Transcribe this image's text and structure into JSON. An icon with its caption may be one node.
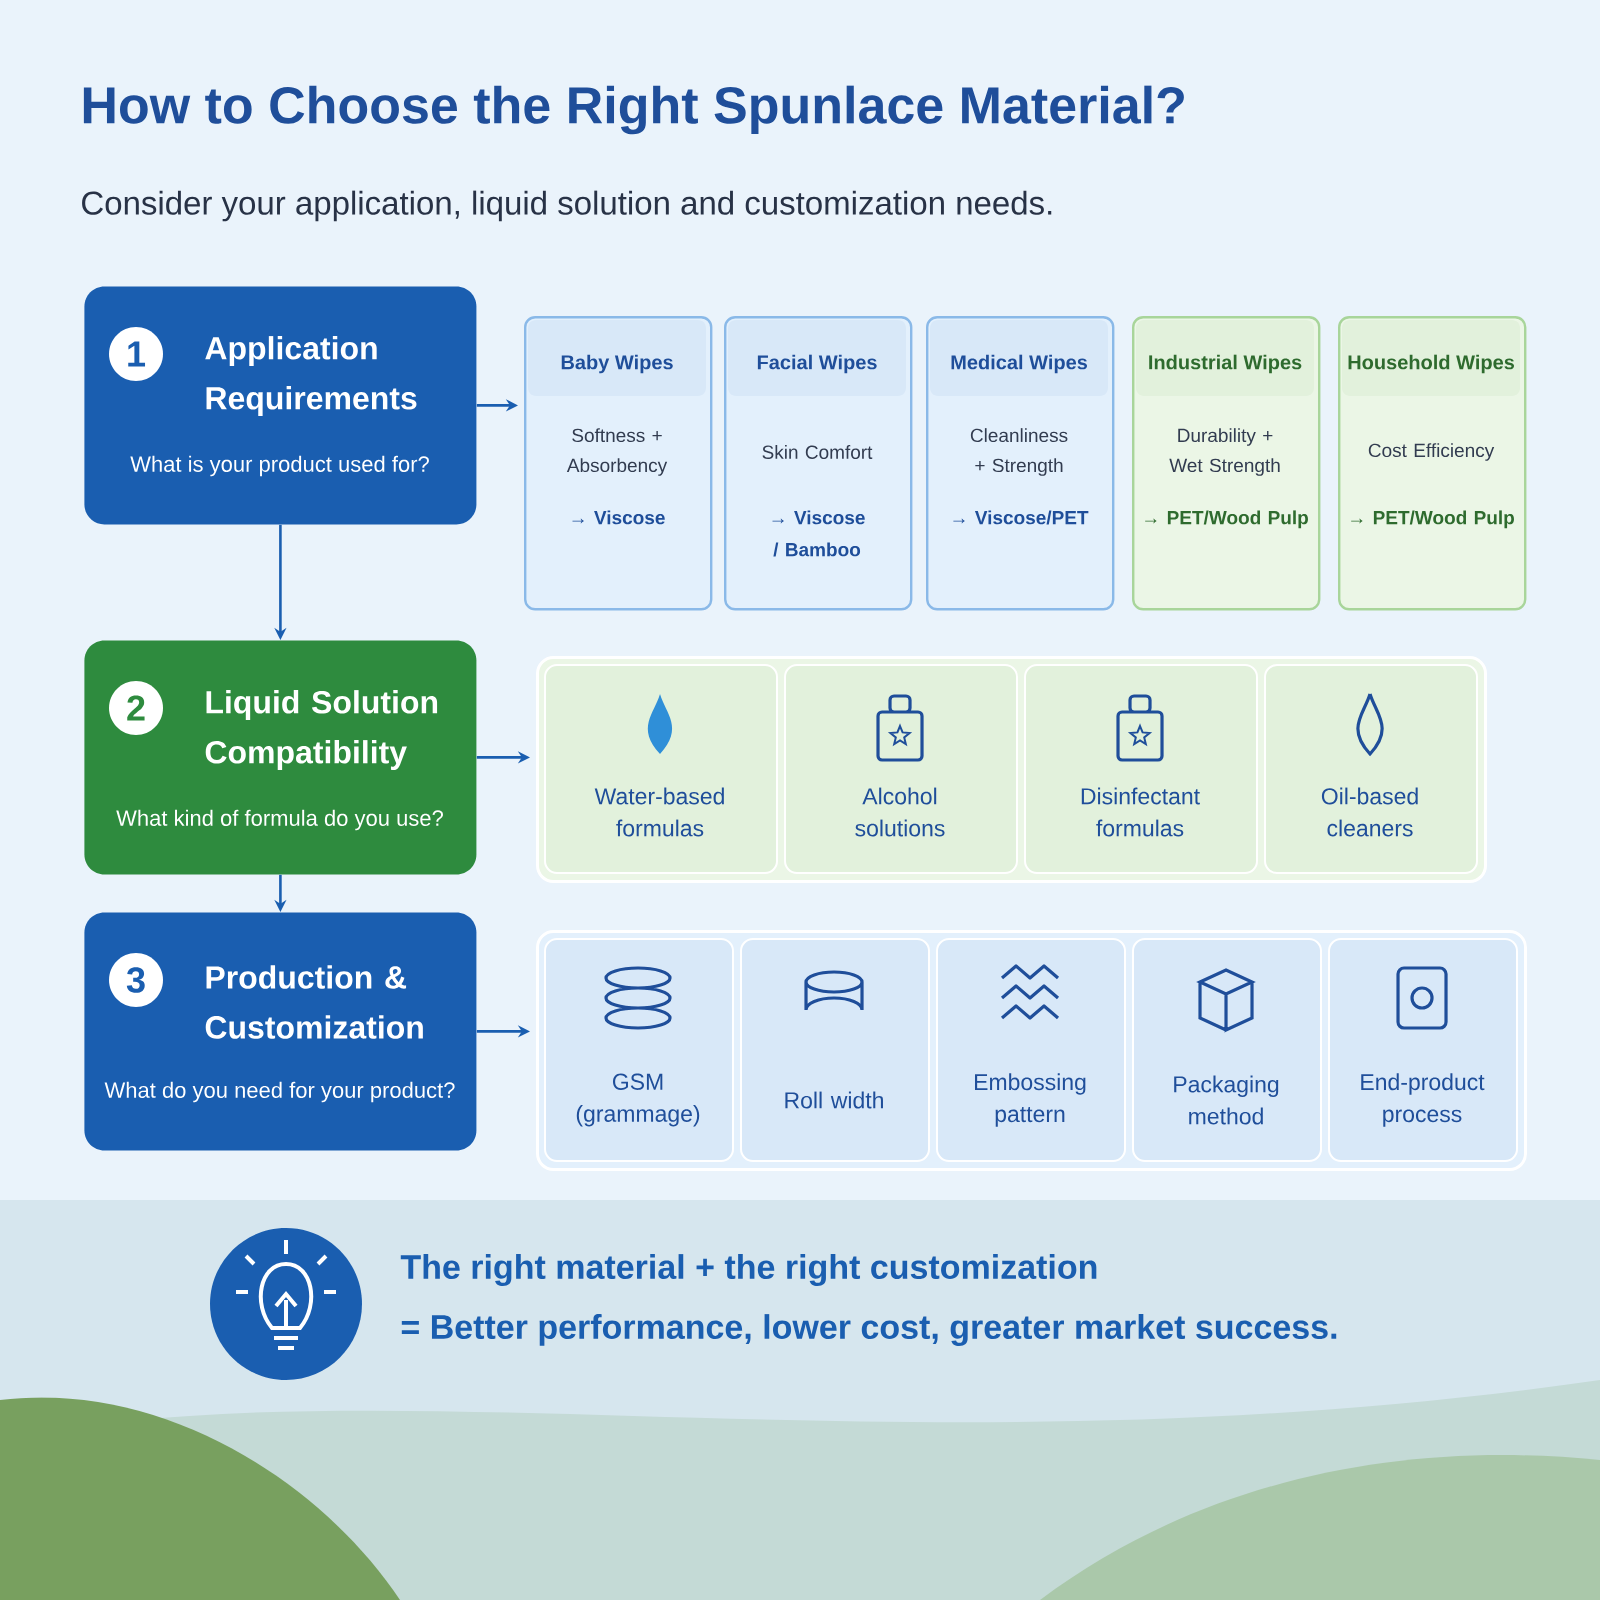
{
  "diagram": {
    "title": "How to Choose the Right Spunlace Material?",
    "caption": "Consider your application, liquid solution and customization needs.",
    "nodes": [
      {
        "text": [
          "1",
          "Application Requirements",
          "What is your product used for?"
        ]
      },
      {
        "text": [
          "Baby Wipes",
          "Softness + Absorbency",
          "→ Viscose"
        ]
      },
      {
        "text": [
          "Facial Wipes",
          "Skin Comfort",
          "→ Viscose / Bamboo"
        ]
      },
      {
        "text": [
          "Medical Wipes",
          "Cleanliness + Strength",
          "→ Viscose/PET"
        ]
      },
      {
        "text": [
          "Industrial Wipes",
          "Durability + Wet Strength",
          "→ PET/Wood Pulp"
        ]
      },
      {
        "text": [
          "Household Wipes",
          "Cost Efficiency",
          "→ PET/Wood Pulp"
        ]
      },
      {
        "text": [
          "2",
          "Liquid Solution Compatibility",
          "What kind of formula do you use?"
        ]
      },
      {
        "text": [],
        "shape": "box"
      },
      {
        "text": [
          "Water-based formulas"
        ],
        "in": 7
      },
      {
        "text": [
          "Alcohol solutions"
        ],
        "in": 7
      },
      {
        "text": [
          "Disinfectant formulas"
        ],
        "in": 7
      },
      {
        "text": [
          "Oil-based cleaners"
        ],
        "in": 7
      },
      {
        "text": [
          "3",
          "Production & Customization",
          "What do you need for your product?"
        ]
      },
      {
        "text": [],
        "shape": "box"
      },
      {
        "text": [
          "GSM (grammage)"
        ],
        "in": 13
      },
      {
        "text": [
          "Roll width"
        ],
        "in": 13
      },
      {
        "text": [
          "Embossing pattern"
        ],
        "in": 13
      },
      {
        "text": [
          "Packaging method"
        ],
        "in": 13
      },
      {
        "text": [
          "End-product process"
        ],
        "in": 13
      }
    ],
    "edges": [
      {
        "from": 0,
        "to": 1,
        "arrow": "to"
      },
      {
        "from": 0,
        "to": 6,
        "arrow": "to"
      },
      {
        "from": 6,
        "to": 7,
        "arrow": "to"
      },
      {
        "from": 6,
        "to": 12,
        "arrow": "to"
      },
      {
        "from": 12,
        "to": 13,
        "arrow": "to"
      }
    ],
    "labels": [
      "The right material + the right customization",
      "= Better performance, lower cost, greater market success."
    ]
  }
}
